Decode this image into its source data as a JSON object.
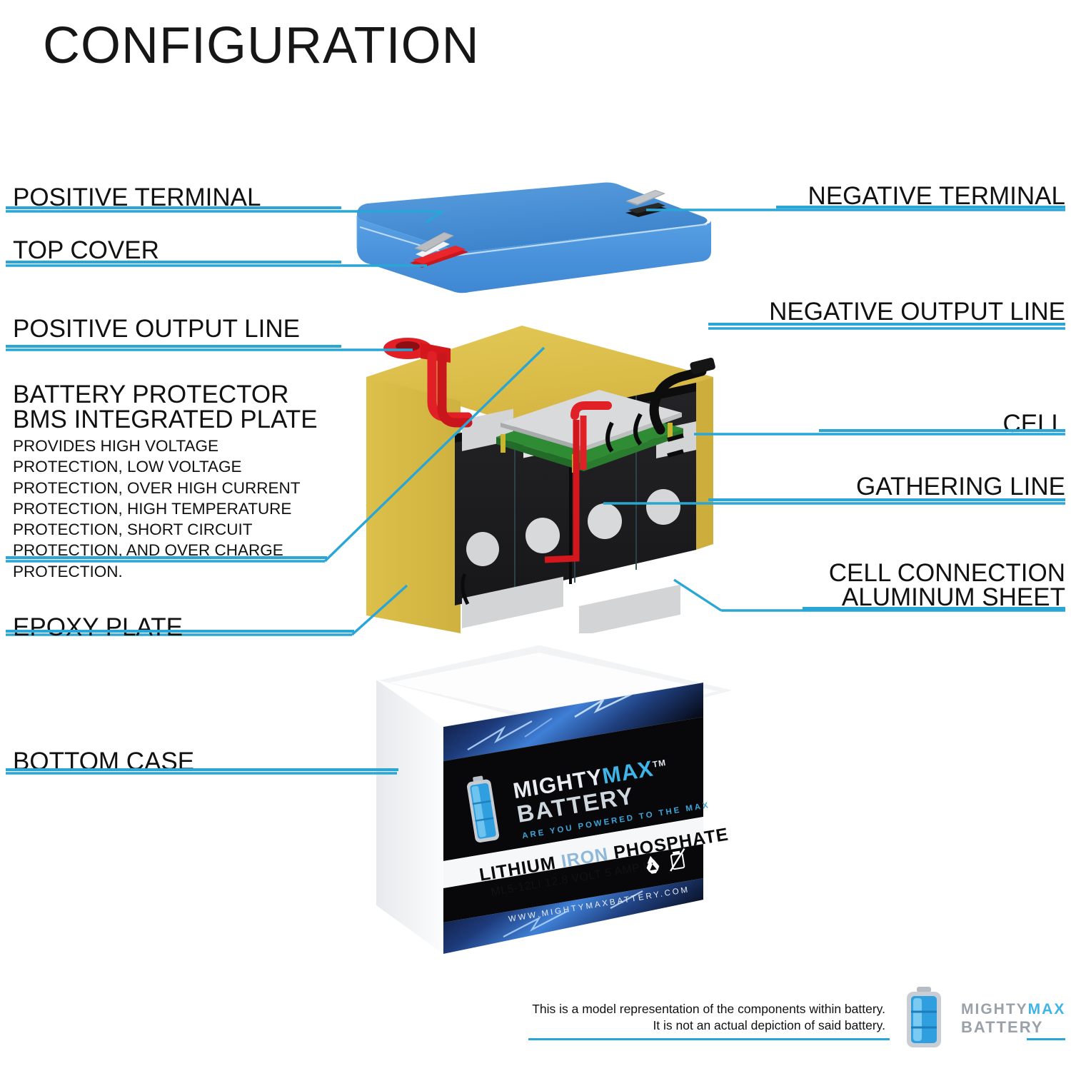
{
  "title": "CONFIGURATION",
  "accent_color": "#29a6d6",
  "labels_left": [
    {
      "key": "positive-terminal",
      "text": "POSITIVE TERMINAL"
    },
    {
      "key": "top-cover",
      "text": "TOP COVER"
    },
    {
      "key": "positive-output-line",
      "text": "POSITIVE OUTPUT LINE"
    },
    {
      "key": "battery-protector",
      "text": "BATTERY PROTECTOR"
    },
    {
      "key": "bms-integrated-plate",
      "text": "BMS INTEGRATED PLATE"
    },
    {
      "key": "epoxy-plate",
      "text": "EPOXY PLATE"
    },
    {
      "key": "bottom-case",
      "text": "BOTTOM CASE"
    }
  ],
  "bms_description": "PROVIDES HIGH VOLTAGE PROTECTION, LOW VOLTAGE PROTECTION, OVER HIGH CURRENT PROTECTION, HIGH TEMPERATURE PROTECTION, SHORT CIRCUIT PROTECTION, AND OVER CHARGE PROTECTION.",
  "labels_right": [
    {
      "key": "negative-terminal",
      "text": "NEGATIVE TERMINAL"
    },
    {
      "key": "negative-output-line",
      "text": "NEGATIVE OUTPUT LINE"
    },
    {
      "key": "cell",
      "text": "CELL"
    },
    {
      "key": "gathering-line",
      "text": "GATHERING LINE"
    },
    {
      "key": "cell-connection-1",
      "text": "CELL CONNECTION"
    },
    {
      "key": "cell-connection-2",
      "text": "ALUMINUM SHEET"
    }
  ],
  "battery_label": {
    "brand_mighty": "MIGHTY",
    "brand_max": "MAX",
    "brand_battery": "BATTERY",
    "trademark": "TM",
    "tagline": "ARE YOU POWERED TO THE MAX",
    "chem_lithium": "LITHIUM",
    "chem_iron": "IRON",
    "chem_phosphate": "PHOSPHATE",
    "model_spec": "ML5-12LI 12.8 VOLT 5 AMP HR",
    "website": "WWW.MIGHTYMAXBATTERY.COM",
    "icons": [
      "recycle-icon",
      "crossed-out-wheelie-bin-icon"
    ]
  },
  "footer": {
    "disclaimer_line1": "This is a model representation of the components within battery.",
    "disclaimer_line2": "It is not an actual depiction of said battery.",
    "logo_mighty": "MIGHTY",
    "logo_max": "MAX",
    "logo_battery": "BATTERY"
  },
  "diagram_parts": {
    "top_cover_color": "#3f8fd8",
    "epoxy_plate_color": "#ddbe4a",
    "cell_color": "#1d1d1f",
    "aluminum_sheet_color": "#d2d4d6",
    "positive_wire_color": "#d81f26",
    "negative_wire_color": "#101010",
    "pcb_color": "#2f8b34",
    "bms_plate_color": "#d8dadc",
    "bottom_case_color": "#f7f8f9"
  }
}
